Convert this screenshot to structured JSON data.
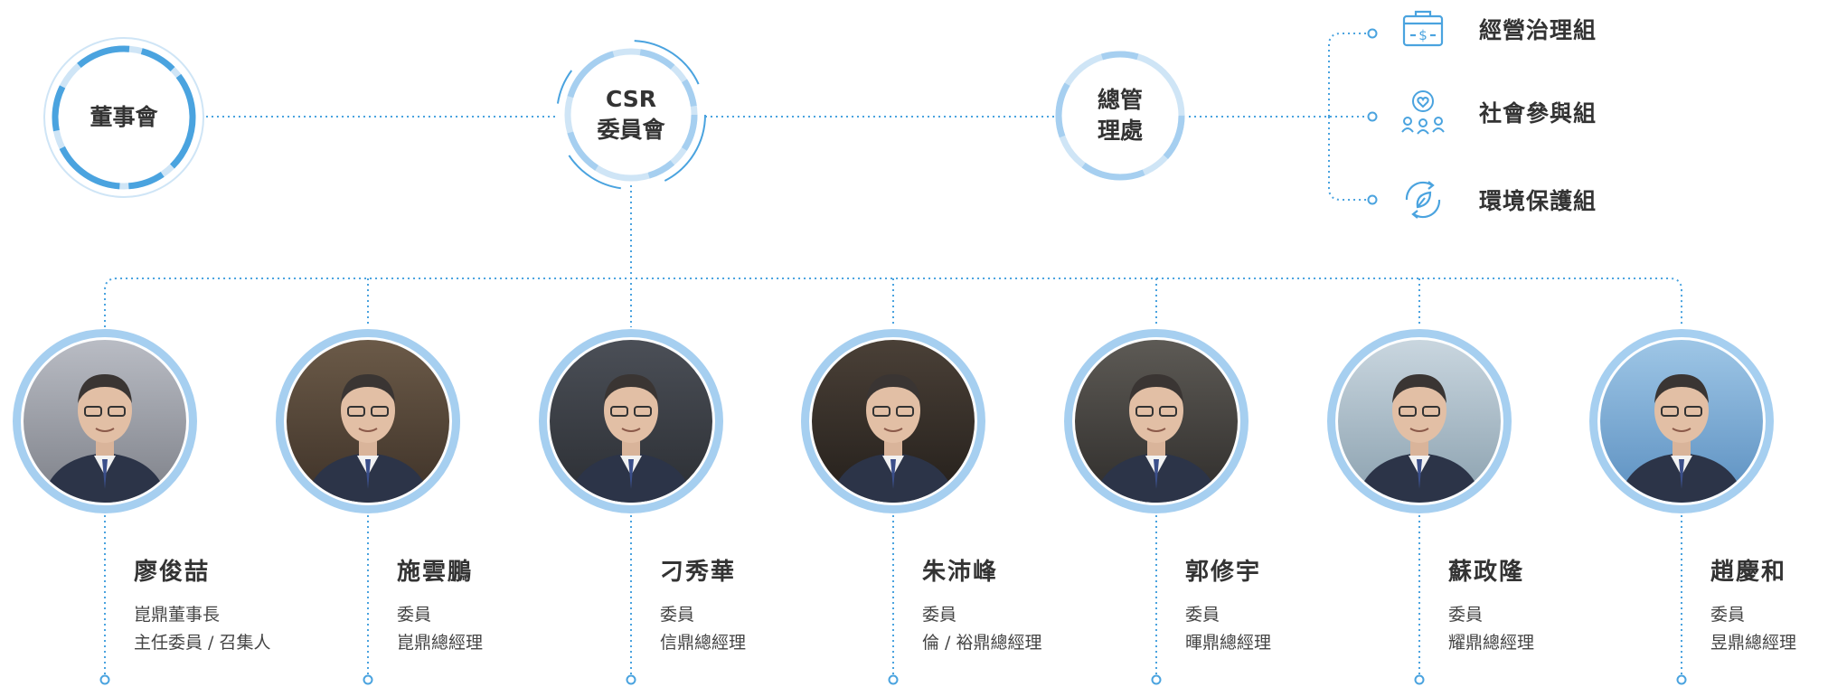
{
  "nodes": {
    "board": "董事會",
    "csr_line1": "CSR",
    "csr_line2": "委員會",
    "admin_line1": "總管",
    "admin_line2": "理處"
  },
  "groups": [
    {
      "label": "經營治理組",
      "icon": "money-briefcase-icon"
    },
    {
      "label": "社會參與組",
      "icon": "community-heart-icon"
    },
    {
      "label": "環境保護組",
      "icon": "recycle-leaf-icon"
    }
  ],
  "members": [
    {
      "name": "廖俊喆",
      "title": "崑鼎董事長",
      "role": "主任委員 / 召集人"
    },
    {
      "name": "施雲鵬",
      "title": "委員",
      "role": "崑鼎總經理"
    },
    {
      "name": "刁秀華",
      "title": "委員",
      "role": "信鼎總經理"
    },
    {
      "name": "朱沛峰",
      "title": "委員",
      "role": "倫 / 裕鼎總經理"
    },
    {
      "name": "郭修宇",
      "title": "委員",
      "role": "暉鼎總經理"
    },
    {
      "name": "蘇政隆",
      "title": "委員",
      "role": "耀鼎總經理"
    },
    {
      "name": "趙慶和",
      "title": "委員",
      "role": "昱鼎總經理"
    }
  ],
  "colors": {
    "accent": "#4aa3df",
    "ring_light": "#cfe5f6",
    "ring": "#a6cff0",
    "text": "#333333"
  }
}
